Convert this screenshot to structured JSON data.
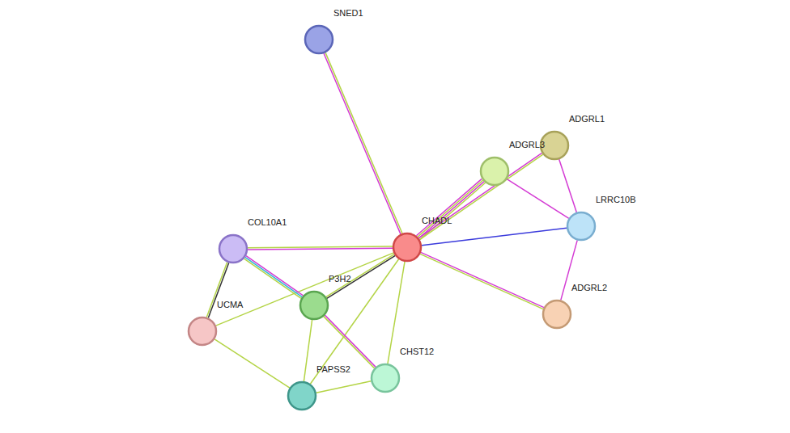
{
  "diagram": {
    "nodes": [
      {
        "text": [
          "SNED1"
        ]
      },
      {
        "text": [
          "ADGRL1"
        ]
      },
      {
        "text": [
          "ADGRL3"
        ]
      },
      {
        "text": [
          "LRRC10B"
        ]
      },
      {
        "text": [
          "CHADL"
        ]
      },
      {
        "text": [
          "COL10A1"
        ]
      },
      {
        "text": [
          "P3H2"
        ]
      },
      {
        "text": [
          "ADGRL2"
        ]
      },
      {
        "text": [
          "UCMA"
        ]
      },
      {
        "text": [
          "CHST12"
        ]
      },
      {
        "text": [
          "PAPSS2"
        ]
      }
    ],
    "edges": [
      {
        "from": 4,
        "to": 0,
        "arrow": "none"
      },
      {
        "from": 4,
        "to": 2,
        "arrow": "none"
      },
      {
        "from": 4,
        "to": 1,
        "arrow": "none"
      },
      {
        "from": 2,
        "to": 3,
        "arrow": "none"
      },
      {
        "from": 1,
        "to": 3,
        "arrow": "none"
      },
      {
        "from": 4,
        "to": 3,
        "arrow": "none"
      },
      {
        "from": 3,
        "to": 7,
        "arrow": "none"
      },
      {
        "from": 4,
        "to": 7,
        "arrow": "none"
      },
      {
        "from": 4,
        "to": 5,
        "arrow": "none"
      },
      {
        "from": 4,
        "to": 6,
        "arrow": "none"
      },
      {
        "from": 4,
        "to": 8,
        "arrow": "none"
      },
      {
        "from": 4,
        "to": 10,
        "arrow": "none"
      },
      {
        "from": 4,
        "to": 9,
        "arrow": "none"
      },
      {
        "from": 5,
        "to": 6,
        "arrow": "none"
      },
      {
        "from": 5,
        "to": 8,
        "arrow": "none"
      },
      {
        "from": 6,
        "to": 9,
        "arrow": "none"
      },
      {
        "from": 6,
        "to": 10,
        "arrow": "none"
      },
      {
        "from": 8,
        "to": 10,
        "arrow": "none"
      },
      {
        "from": 10,
        "to": 9,
        "arrow": "none"
      }
    ]
  }
}
